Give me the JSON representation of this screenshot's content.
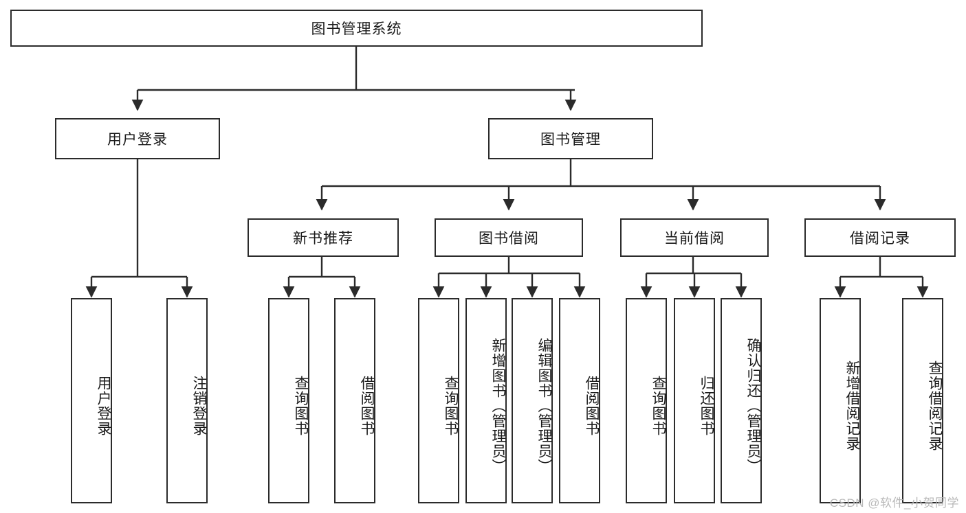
{
  "diagram": {
    "title": "图书管理系统",
    "type": "tree-hierarchy",
    "watermark": "CSDN @软件_小贺同学",
    "colors": {
      "stroke": "#2b2b2b",
      "fill": "#ffffff",
      "text": "#1a1a1a",
      "watermark": "#b9b9b9"
    },
    "nodes": {
      "root": {
        "label": "图书管理系统"
      },
      "level2": [
        {
          "id": "user-login",
          "label": "用户登录"
        },
        {
          "id": "book-management",
          "label": "图书管理"
        }
      ],
      "level3": [
        {
          "id": "new-book-recommend",
          "label": "新书推荐"
        },
        {
          "id": "book-borrow",
          "label": "图书借阅"
        },
        {
          "id": "current-borrow",
          "label": "当前借阅"
        },
        {
          "id": "borrow-record",
          "label": "借阅记录"
        }
      ],
      "leaves": [
        {
          "id": "leaf-user-login",
          "label": "用户登录",
          "parent": "user-login"
        },
        {
          "id": "leaf-logout",
          "label": "注销登录",
          "parent": "user-login"
        },
        {
          "id": "leaf-query-book-1",
          "label": "查询图书",
          "parent": "new-book-recommend"
        },
        {
          "id": "leaf-borrow-book-1",
          "label": "借阅图书",
          "parent": "new-book-recommend"
        },
        {
          "id": "leaf-query-book-2",
          "label": "查询图书",
          "parent": "book-borrow"
        },
        {
          "id": "leaf-add-book",
          "label": "新增图书（管理员）",
          "parent": "book-borrow"
        },
        {
          "id": "leaf-edit-book",
          "label": "编辑图书（管理员）",
          "parent": "book-borrow"
        },
        {
          "id": "leaf-borrow-book-2",
          "label": "借阅图书",
          "parent": "book-borrow"
        },
        {
          "id": "leaf-query-book-3",
          "label": "查询图书",
          "parent": "current-borrow"
        },
        {
          "id": "leaf-return-book",
          "label": "归还图书",
          "parent": "current-borrow"
        },
        {
          "id": "leaf-confirm-return",
          "label": "确认归还（管理员）",
          "parent": "current-borrow"
        },
        {
          "id": "leaf-add-record",
          "label": "新增借阅记录",
          "parent": "borrow-record"
        },
        {
          "id": "leaf-query-record",
          "label": "查询借阅记录",
          "parent": "borrow-record"
        }
      ]
    }
  }
}
